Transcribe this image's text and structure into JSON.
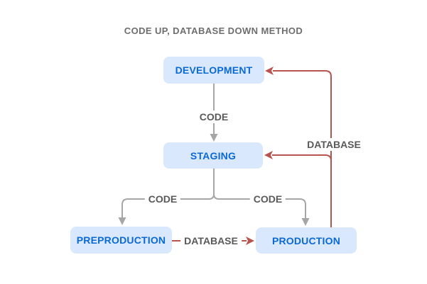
{
  "diagram": {
    "title": "CODE UP, DATABASE DOWN METHOD",
    "nodes": {
      "development": {
        "label": "DEVELOPMENT"
      },
      "staging": {
        "label": "STAGING"
      },
      "preproduction": {
        "label": "PREPRODUCTION"
      },
      "production": {
        "label": "PRODUCTION"
      }
    },
    "edges": {
      "development_to_staging": {
        "label": "CODE",
        "type": "code"
      },
      "staging_to_preproduction": {
        "label": "CODE",
        "type": "code"
      },
      "staging_to_production": {
        "label": "CODE",
        "type": "code"
      },
      "production_to_dev_and_staging": {
        "label": "DATABASE",
        "type": "database"
      },
      "preproduction_to_production": {
        "label": "DATABASE",
        "type": "database"
      }
    },
    "colors": {
      "node_fill": "#d9e8fc",
      "node_text": "#0b69d4",
      "code_edge": "#a6a6a6",
      "database_edge": "#b85450",
      "edge_label_text": "#595959",
      "title_text": "#6e6e6e",
      "background": "#ffffff"
    }
  }
}
